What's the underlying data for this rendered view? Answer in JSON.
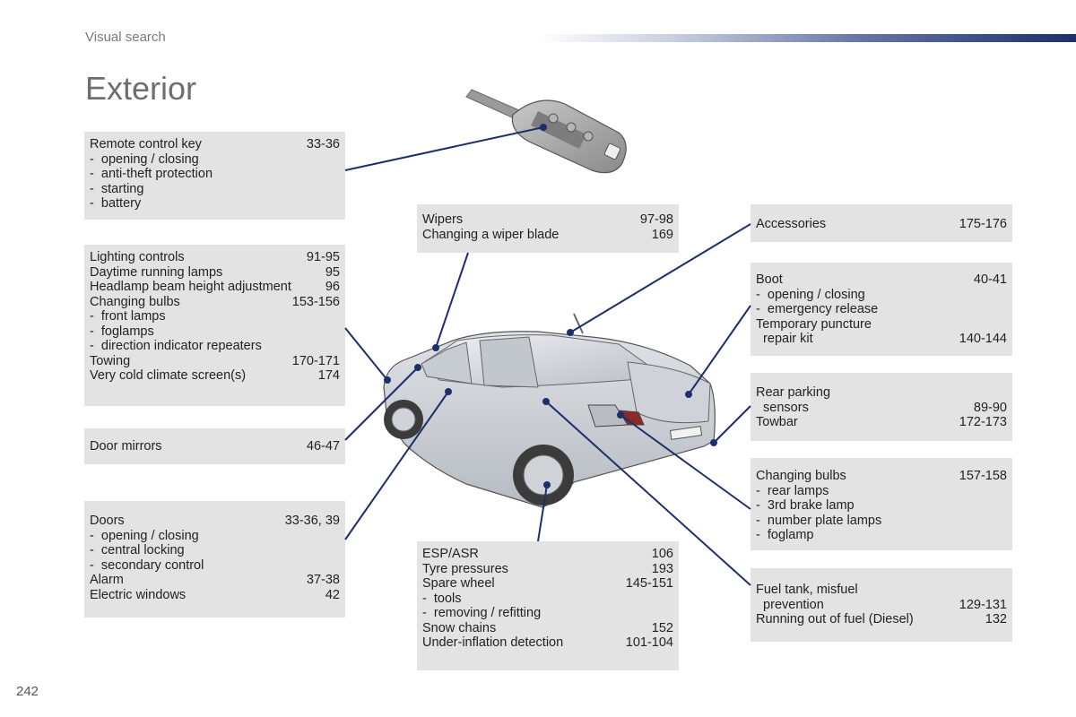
{
  "header": {
    "section": "Visual search",
    "title": "Exterior",
    "page_number": "242"
  },
  "boxes": {
    "remote": [
      {
        "text": "Remote control key",
        "pages": "33-36"
      },
      {
        "text": "-  opening / closing",
        "pages": ""
      },
      {
        "text": "-  anti-theft protection",
        "pages": ""
      },
      {
        "text": "-  starting",
        "pages": ""
      },
      {
        "text": "-  battery",
        "pages": ""
      }
    ],
    "lighting": [
      {
        "text": "Lighting controls",
        "pages": "91-95"
      },
      {
        "text": "Daytime running lamps",
        "pages": "95"
      },
      {
        "text": "Headlamp beam height adjustment",
        "pages": "96"
      },
      {
        "text": "Changing bulbs",
        "pages": "153-156"
      },
      {
        "text": "-  front lamps",
        "pages": ""
      },
      {
        "text": "-  foglamps",
        "pages": ""
      },
      {
        "text": "-  direction indicator repeaters",
        "pages": ""
      },
      {
        "text": "Towing",
        "pages": "170-171"
      },
      {
        "text": "Very cold climate screen(s)",
        "pages": "174"
      }
    ],
    "mirrors": [
      {
        "text": "Door mirrors",
        "pages": "46-47"
      }
    ],
    "doors": [
      {
        "text": "Doors",
        "pages": "33-36, 39"
      },
      {
        "text": "-  opening / closing",
        "pages": ""
      },
      {
        "text": "-  central locking",
        "pages": ""
      },
      {
        "text": "-  secondary control",
        "pages": ""
      },
      {
        "text": "Alarm",
        "pages": "37-38"
      },
      {
        "text": "Electric windows",
        "pages": "42"
      }
    ],
    "wipers": [
      {
        "text": "Wipers",
        "pages": "97-98"
      },
      {
        "text": "Changing a wiper blade",
        "pages": "169"
      }
    ],
    "esp": [
      {
        "text": "ESP/ASR",
        "pages": "106"
      },
      {
        "text": "Tyre pressures",
        "pages": "193"
      },
      {
        "text": "Spare wheel",
        "pages": "145-151"
      },
      {
        "text": "-  tools",
        "pages": ""
      },
      {
        "text": "-  removing / refitting",
        "pages": ""
      },
      {
        "text": "Snow chains",
        "pages": "152"
      },
      {
        "text": "Under-inflation detection",
        "pages": "101-104"
      }
    ],
    "accessories": [
      {
        "text": "Accessories",
        "pages": "175-176"
      }
    ],
    "boot": [
      {
        "text": "Boot",
        "pages": "40-41"
      },
      {
        "text": "-  opening / closing",
        "pages": ""
      },
      {
        "text": "-  emergency release",
        "pages": ""
      },
      {
        "text": "Temporary puncture",
        "pages": ""
      },
      {
        "text": "  repair kit",
        "pages": "140-144"
      }
    ],
    "parking": [
      {
        "text": "Rear parking",
        "pages": ""
      },
      {
        "text": "  sensors",
        "pages": "89-90"
      },
      {
        "text": "Towbar",
        "pages": "172-173"
      }
    ],
    "rearbulbs": [
      {
        "text": "Changing bulbs",
        "pages": "157-158"
      },
      {
        "text": "-  rear lamps",
        "pages": ""
      },
      {
        "text": "-  3rd brake lamp",
        "pages": ""
      },
      {
        "text": "-  number plate lamps",
        "pages": ""
      },
      {
        "text": "-  foglamp",
        "pages": ""
      }
    ],
    "fuel": [
      {
        "text": "Fuel tank, misfuel",
        "pages": ""
      },
      {
        "text": "  prevention",
        "pages": "129-131"
      },
      {
        "text": "Running out of fuel (Diesel)",
        "pages": "132"
      }
    ]
  },
  "colors": {
    "box_bg": "#e3e3e3",
    "leader_line": "#1d2f6b",
    "header_bar": "#1d2f6b"
  }
}
